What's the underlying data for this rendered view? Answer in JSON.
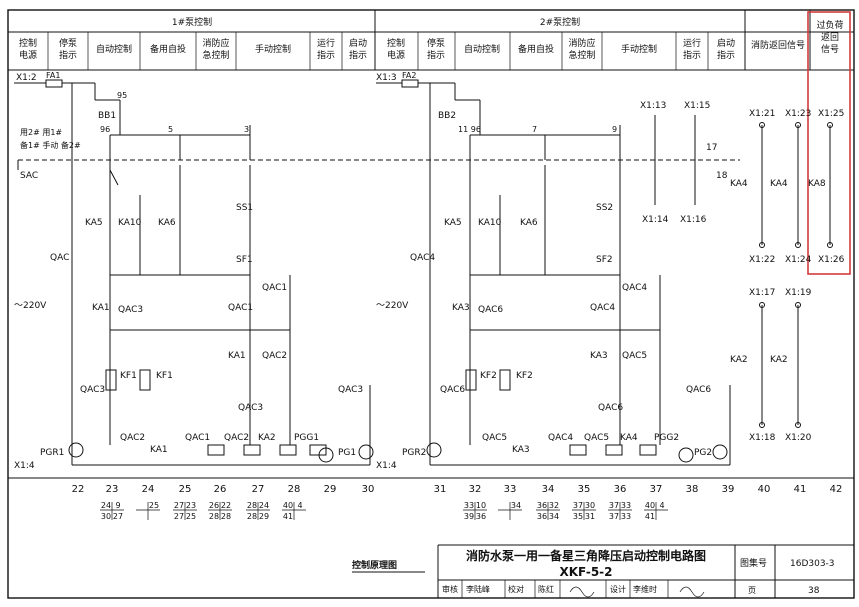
{
  "header": {
    "group1": "1#泵控制",
    "group2": "2#泵控制",
    "cols1": [
      "控制\n电源",
      "停泵\n指示",
      "自动控制",
      "备用自投",
      "消防应\n急控制",
      "手动控制",
      "运行\n指示",
      "启动\n指示"
    ],
    "cols2": [
      "控制\n电源",
      "停泵\n指示",
      "自动控制",
      "备用自投",
      "消防应\n急控制",
      "手动控制",
      "运行\n指示",
      "启动\n指示"
    ],
    "fire_col": "消防返回信号",
    "overload_col": "过负荷\n返回\n信号"
  },
  "labels": {
    "terminals1": [
      "X1:2",
      "X1:4"
    ],
    "terminals2": [
      "X1:3",
      "X1:4"
    ],
    "fire_terms": [
      "X1:13",
      "X1:15",
      "X1:14",
      "X1:16",
      "X1:21",
      "X1:22",
      "X1:23",
      "X1:24",
      "X1:25",
      "X1:26",
      "X1:17",
      "X1:18",
      "X1:19",
      "X1:20"
    ],
    "voltage": "～220V",
    "sac": "SAC",
    "sac_note": "用2#\n备1# 手动",
    "sac_note2": "用1#\n备2#",
    "fuse1": "FA1",
    "fuse2": "FA2"
  },
  "bottom_numbers": [
    "22",
    "23",
    "24",
    "25",
    "26",
    "27",
    "28",
    "29",
    "30",
    "31",
    "32",
    "33",
    "34",
    "35",
    "36",
    "37",
    "38",
    "39",
    "40",
    "41",
    "42"
  ],
  "bottom_refs": [
    [
      "24",
      "30",
      "9",
      "27"
    ],
    [
      "",
      "",
      "25",
      ""
    ],
    [
      "27",
      "27",
      "23",
      "25"
    ],
    [
      "26",
      "28",
      "22",
      "28"
    ],
    [
      "28",
      "28",
      "24",
      "29"
    ],
    [
      "40",
      "41",
      "4",
      ""
    ],
    [
      "33",
      "39",
      "10",
      "36"
    ],
    [
      "",
      "",
      "34",
      ""
    ],
    [
      "36",
      "36",
      "32",
      "34"
    ],
    [
      "37",
      "35",
      "30",
      "31"
    ],
    [
      "37",
      "37",
      "33",
      "33"
    ],
    [
      "40",
      "41",
      "4",
      ""
    ]
  ],
  "title_block": {
    "caption": "控制原理图",
    "title": "消防水泵一用一备星三角降压启动控制电路图",
    "code": "XKF-5-2",
    "atlas_label": "图集号",
    "atlas_no": "16D303-3",
    "review_label": "审核",
    "reviewer": "李陆峰",
    "check_label": "校对",
    "checker": "陈红",
    "design_label": "设计",
    "designer": "李维时",
    "page_label": "页",
    "page_no": "38"
  },
  "colors": {
    "line": "#111111",
    "highlight": "#d23b3b"
  }
}
